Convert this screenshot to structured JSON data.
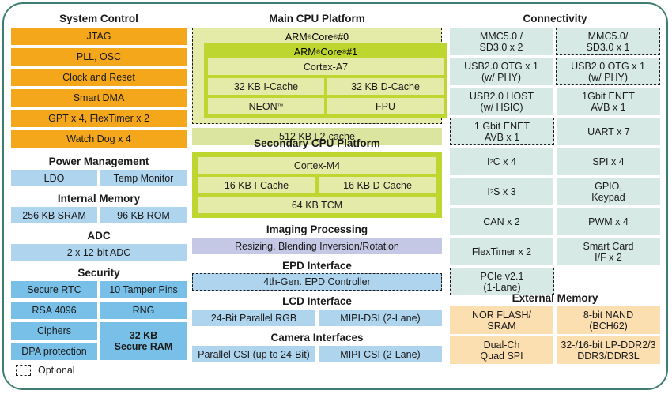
{
  "diagram": {
    "legend": {
      "label": "Optional",
      "swatch_name": "dashed-box-swatch"
    },
    "colors": {
      "frame": "#3d7d72",
      "orange": "#f5a71b",
      "blue": "#aed4ee",
      "blue_dark": "#78c0e8",
      "teal": "#d6e9e5",
      "peach": "#fbdfb0",
      "lavender": "#c5c8e4",
      "green_dark": "#bed630",
      "green_pale": "#e4eaa8"
    }
  },
  "left_column": {
    "system_control": {
      "title": "System Control",
      "items": [
        "JTAG",
        "PLL, OSC",
        "Clock and Reset",
        "Smart DMA",
        "GPT x 4, FlexTimer x 2",
        "Watch Dog x 4"
      ]
    },
    "power_management": {
      "title": "Power Management",
      "items": [
        "LDO",
        "Temp Monitor"
      ]
    },
    "internal_memory": {
      "title": "Internal Memory",
      "items": [
        "256 KB SRAM",
        "96 KB ROM"
      ]
    },
    "adc": {
      "title": "ADC",
      "items": [
        "2 x 12-bit ADC"
      ]
    },
    "security": {
      "title": "Security",
      "left_items": [
        "Secure RTC",
        "RSA 4096",
        "Ciphers",
        "DPA protection"
      ],
      "right_items": [
        "10 Tamper Pins",
        "RNG"
      ],
      "secure_ram": "32 KB\nSecure RAM"
    }
  },
  "middle_column": {
    "main_cpu": {
      "title": "Main CPU Platform",
      "core0_label": "ARM® Core® #0",
      "core0_optional": true,
      "core1_label": "ARM® Core® #1",
      "cpu_name": "Cortex-A7",
      "caches": [
        "32 KB I-Cache",
        "32 KB D-Cache"
      ],
      "units": [
        "NEON™",
        "FPU"
      ],
      "l2_cache": "512 KB L2-cache"
    },
    "secondary_cpu": {
      "title": "Secondary CPU Platform",
      "cpu_name": "Cortex-M4",
      "caches": [
        "16 KB I-Cache",
        "16 KB D-Cache"
      ],
      "tcm": "64 KB TCM"
    },
    "imaging": {
      "title": "Imaging Processing",
      "items": [
        "Resizing, Blending Inversion/Rotation"
      ]
    },
    "epd": {
      "title": "EPD Interface",
      "items": [
        "4th-Gen. EPD Controller"
      ],
      "optional": true
    },
    "lcd": {
      "title": "LCD Interface",
      "items": [
        "24-Bit Parallel RGB",
        "MIPI-DSI (2-Lane)"
      ]
    },
    "camera": {
      "title": "Camera Interfaces",
      "items": [
        "Parallel CSI (up to 24-Bit)",
        "MIPI-CSI (2-Lane)"
      ]
    }
  },
  "right_column": {
    "connectivity": {
      "title": "Connectivity",
      "rows": [
        {
          "left": "MMC5.0 /\nSD3.0 x 2",
          "left_optional": false,
          "right": "MMC5.0/\nSD3.0 x 1",
          "right_optional": true
        },
        {
          "left": "USB2.0 OTG x 1\n(w/ PHY)",
          "left_optional": false,
          "right": "USB2.0 OTG x 1\n(w/ PHY)",
          "right_optional": true
        },
        {
          "left": "USB2.0 HOST\n(w/ HSIC)",
          "left_optional": false,
          "right": "1Gbit ENET\nAVB x 1",
          "right_optional": false
        },
        {
          "left": "1 Gbit ENET\nAVB x 1",
          "left_optional": true,
          "right": "UART x 7",
          "right_optional": false
        },
        {
          "left": "I²C x 4",
          "left_optional": false,
          "right": "SPI x 4",
          "right_optional": false
        },
        {
          "left": "I²S x 3",
          "left_optional": false,
          "right": "GPIO,\nKeypad",
          "right_optional": false
        },
        {
          "left": "CAN x 2",
          "left_optional": false,
          "right": "PWM x 4",
          "right_optional": false
        },
        {
          "left": "FlexTimer x 2",
          "left_optional": false,
          "right": "Smart Card\nI/F x 2",
          "right_optional": false
        },
        {
          "left": "PCIe v2.1\n(1-Lane)",
          "left_optional": true,
          "right": "",
          "right_optional": false
        }
      ]
    },
    "external_memory": {
      "title": "External Memory",
      "rows": [
        {
          "left": "NOR FLASH/\nSRAM",
          "right": "8-bit NAND\n(BCH62)"
        },
        {
          "left": "Dual-Ch\nQuad SPI",
          "right": "32-/16-bit LP-DDR2/3\nDDR3/DDR3L"
        }
      ]
    }
  }
}
